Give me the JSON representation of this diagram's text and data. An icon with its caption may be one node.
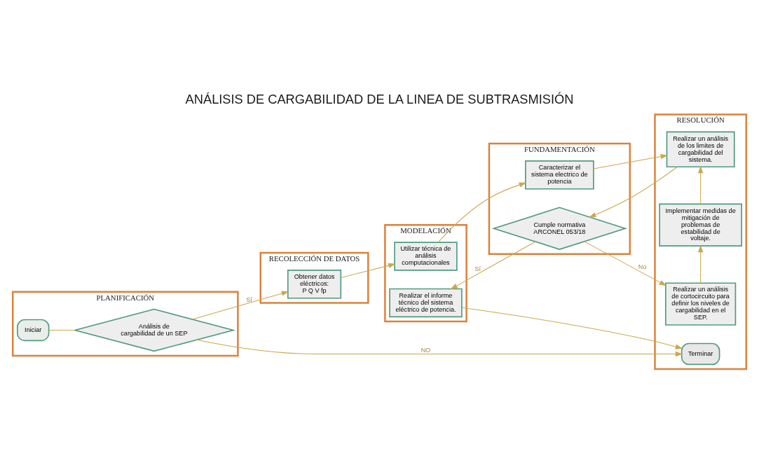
{
  "diagram": {
    "title": "ANÁLISIS DE CARGABILIDAD DE LA LINEA DE SUBTRASMISIÓN",
    "nodes": [
      {
        "text": [
          "PLANIFICACIÓN"
        ]
      },
      {
        "text": [
          "RECOLECCIÓN DE DATOS"
        ]
      },
      {
        "text": [
          "MODELACIÓN"
        ]
      },
      {
        "text": [
          "FUNDAMENTACIÓN"
        ]
      },
      {
        "text": [
          "RESOLUCIÓN"
        ]
      },
      {
        "text": [
          "Iniciar"
        ],
        "in": 0
      },
      {
        "text": [
          "Análisis de cargabilidad de un SEP"
        ],
        "in": 0
      },
      {
        "text": [
          "Obtener datos eléctricos:",
          "P Q V fp"
        ],
        "in": 1
      },
      {
        "text": [
          "Utilizar técnica de análisis computacionales"
        ],
        "in": 2
      },
      {
        "text": [
          "Caracterizar el sistema electrico de potencia"
        ],
        "in": 3
      },
      {
        "text": [
          "Realizar un análisis de los limites de cargabilidad del sistema."
        ],
        "in": 4
      },
      {
        "text": [
          "Cumple normativa ARCONEL 053/18"
        ],
        "in": 3
      },
      {
        "text": [
          "Realizar el informe técnico del sistema eléctrico de potencia."
        ],
        "in": 2
      },
      {
        "text": [
          "Realizar un análisis de cortocircuito para definir los niveles de cargabilidad en el SEP."
        ],
        "in": 4
      },
      {
        "text": [
          "Implementar medidas de mitigación de problemas de estabilidad de voltaje."
        ],
        "in": 4
      },
      {
        "text": [
          "Terminar"
        ],
        "in": 4
      }
    ],
    "edges": [
      {
        "from": 5,
        "to": 6,
        "arrow": "none"
      },
      {
        "from": 6,
        "to": 7,
        "arrow": "to",
        "label": "Sí"
      },
      {
        "from": 7,
        "to": 8,
        "arrow": "to"
      },
      {
        "from": 8,
        "to": 9,
        "arrow": "to"
      },
      {
        "from": 9,
        "to": 10,
        "arrow": "to"
      },
      {
        "from": 10,
        "to": 11,
        "arrow": "to"
      },
      {
        "from": 11,
        "to": 12,
        "arrow": "to",
        "label": "Sí"
      },
      {
        "from": 11,
        "to": 13,
        "arrow": "to",
        "label": "No"
      },
      {
        "from": 13,
        "to": 14,
        "arrow": "to"
      },
      {
        "from": 14,
        "to": 10,
        "arrow": "to"
      },
      {
        "from": 6,
        "to": 15,
        "arrow": "to",
        "label": "NO"
      },
      {
        "from": 12,
        "to": 15,
        "arrow": "to"
      }
    ]
  }
}
